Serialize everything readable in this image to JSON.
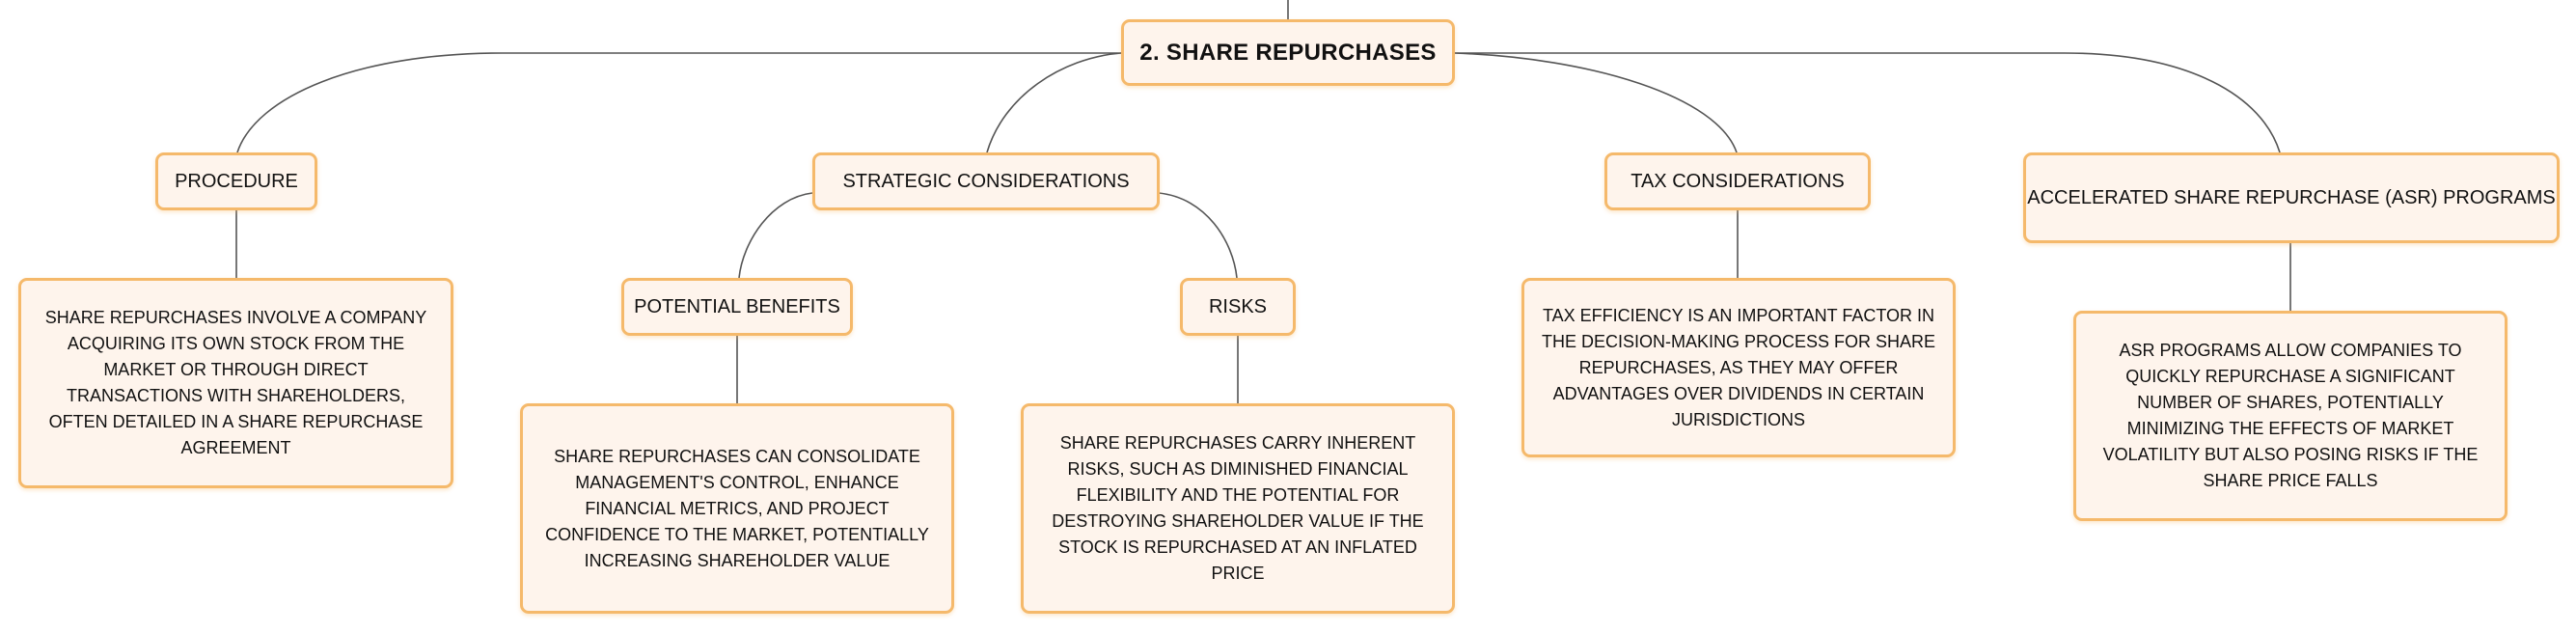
{
  "root": {
    "label": "2. SHARE REPURCHASES"
  },
  "topics": {
    "procedure": {
      "label": "PROCEDURE",
      "detail": "SHARE REPURCHASES INVOLVE A COMPANY ACQUIRING ITS OWN STOCK FROM THE MARKET OR THROUGH DIRECT TRANSACTIONS WITH SHAREHOLDERS, OFTEN DETAILED IN A SHARE REPURCHASE AGREEMENT"
    },
    "strategic": {
      "label": "STRATEGIC CONSIDERATIONS",
      "benefits": {
        "label": "POTENTIAL BENEFITS",
        "detail": "SHARE REPURCHASES CAN CONSOLIDATE MANAGEMENT'S CONTROL, ENHANCE FINANCIAL METRICS, AND PROJECT CONFIDENCE TO THE MARKET, POTENTIALLY INCREASING SHAREHOLDER VALUE"
      },
      "risks": {
        "label": "RISKS",
        "detail": "SHARE REPURCHASES CARRY INHERENT RISKS, SUCH AS DIMINISHED FINANCIAL FLEXIBILITY AND THE POTENTIAL FOR DESTROYING SHAREHOLDER VALUE IF THE STOCK IS REPURCHASED AT AN INFLATED PRICE"
      }
    },
    "tax": {
      "label": "TAX CONSIDERATIONS",
      "detail": "TAX EFFICIENCY IS AN IMPORTANT FACTOR IN THE DECISION-MAKING PROCESS FOR SHARE REPURCHASES, AS THEY MAY OFFER ADVANTAGES OVER DIVIDENDS IN CERTAIN JURISDICTIONS"
    },
    "asr": {
      "label": "ACCELERATED SHARE REPURCHASE (ASR) PROGRAMS",
      "detail": "ASR PROGRAMS ALLOW COMPANIES TO QUICKLY REPURCHASE A SIGNIFICANT NUMBER OF SHARES, POTENTIALLY MINIMIZING THE EFFECTS OF MARKET VOLATILITY BUT ALSO POSING RISKS IF THE SHARE PRICE FALLS"
    }
  },
  "colors": {
    "node_fill": "#fef4ec",
    "node_border": "#f5b96b",
    "connector": "#555555",
    "text": "#111111"
  }
}
